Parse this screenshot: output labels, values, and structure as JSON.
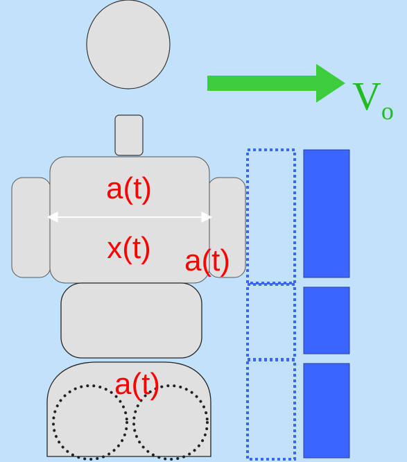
{
  "labels": {
    "accel_top": "a(t)",
    "displacement": "x(t)",
    "accel_side": "a(t)",
    "accel_bottom": "a(t)"
  },
  "velocity": {
    "symbol": "V",
    "subscript": "o"
  },
  "colors": {
    "background": "#c2e2fb",
    "body_fill": "#e0e0e0",
    "outline": "#333333",
    "arrow_green": "#3ccc3c",
    "label_red": "#ff0000",
    "block_blue": "#3a66ff",
    "dotted_blue": "#3a66ff"
  }
}
